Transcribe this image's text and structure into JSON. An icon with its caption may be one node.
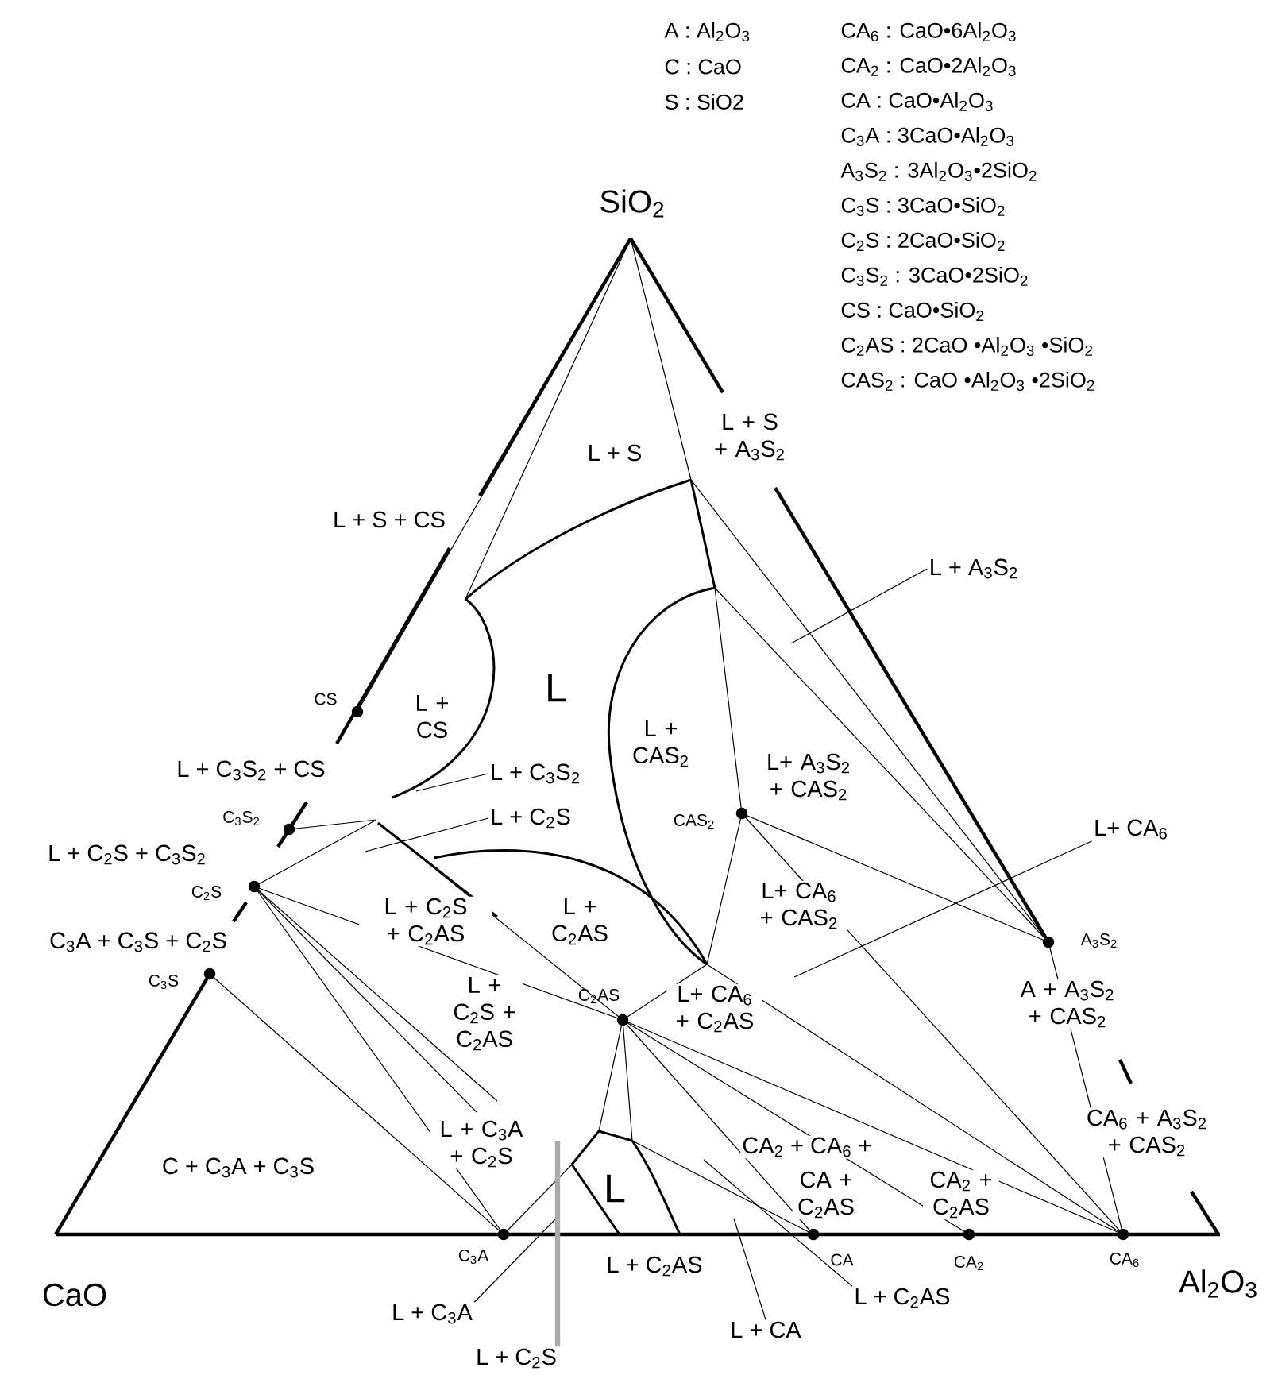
{
  "diagram": {
    "nodes": [
      {
        "text": [
          "L + A$_{3}$S$_{2}$"
        ]
      },
      {
        "text": [
          "L+ CA$_{6}$"
        ]
      },
      {
        "text": [
          "L + C$_{3}$S$_{2}$"
        ]
      },
      {
        "text": [
          "L + C$_{2}$S"
        ]
      },
      {
        "text": [
          "L + C$_{3}$A"
        ]
      },
      {
        "text": [
          "L + C$_{2}$S"
        ]
      },
      {
        "text": [
          "L + CA"
        ]
      },
      {
        "text": [
          "L + C$_{2}$AS"
        ]
      }
    ],
    "edges": [
      {
        "from": 0,
        "to": null,
        "arrow": "none"
      },
      {
        "from": 1,
        "to": null,
        "arrow": "none"
      },
      {
        "from": 2,
        "to": null,
        "arrow": "none"
      },
      {
        "from": 3,
        "to": null,
        "arrow": "none"
      },
      {
        "from": 4,
        "to": null,
        "arrow": "none"
      },
      {
        "from": 5,
        "to": null,
        "arrow": "none",
        "style": "thick",
        "color": "#aaaaaa"
      },
      {
        "from": 6,
        "to": null,
        "arrow": "none"
      },
      {
        "from": 7,
        "to": null,
        "arrow": "none"
      }
    ],
    "labels": [
      "A : Al$_{2}$O$_{3}$",
      "C : CaO",
      "S : SiO2",
      "CA$_{6}$ : CaO•6Al$_{2}$O$_{3}$",
      "CA$_{2}$ : CaO•2Al$_{2}$O$_{3}$",
      "CA : CaO•Al$_{2}$O$_{3}$",
      "C$_{3}$A : 3CaO•Al$_{2}$O$_{3}$",
      "A$_{3}$S$_{2}$ : 3Al$_{2}$O$_{3}$•2SiO$_{2}$",
      "C$_{3}$S : 3CaO•SiO$_{2}$",
      "C$_{2}$S : 2CaO•SiO$_{2}$",
      "C$_{3}$S$_{2}$ : 3CaO•2SiO$_{2}$",
      "CS : CaO•SiO$_{2}$",
      "C$_{2}$AS : 2CaO •Al$_{2}$O$_{3}$ •SiO$_{2}$",
      "CAS$_{2}$ : CaO •Al$_{2}$O$_{3}$ •2SiO$_{2}$",
      "SiO$_{2}$",
      "L + S",
      "L + S + A$_{3}$S$_{2}$",
      "L + S + CS",
      "L",
      "L + CS",
      "L + CAS$_{2}$",
      "CS",
      "L+ A$_{3}$S$_{2}$ + CAS$_{2}$",
      "L + C$_{3}$S$_{2}$ + CS",
      "C$_{3}$S$_{2}$",
      "CAS$_{2}$",
      "L + C$_{2}$S + C$_{3}$S$_{2}$",
      "C$_{2}$S",
      "L + C$_{2}$S + C$_{2}$AS",
      "L + C$_{2}$AS",
      "L+ CA$_{6}$ + CAS$_{2}$",
      "C$_{3}$A + C$_{3}$S + C$_{2}$S",
      "A$_{3}$S$_{2}$",
      "C$_{3}$S",
      "A + A$_{3}$S$_{2}$ + CAS$_{2}$",
      "L + C$_{2}$S + C$_{2}$AS",
      "C$_{2}$AS",
      "L+ CA$_{6}$ + C$_{2}$AS",
      "C + C$_{3}$A + C$_{3}$S",
      "L + C$_{3}$A + C$_{2}$S",
      "CA$_{2}$ + CA$_{6}$ +",
      "CA$_{6}$ + A$_{3}$S$_{2}$ + CAS$_{2}$",
      "L",
      "CA + C$_{2}$AS",
      "CA$_{2}$ + C$_{2}$AS",
      "C$_{3}$A",
      "CA",
      "CA$_{2}$",
      "CA$_{6}$",
      "L + C$_{2}$AS",
      "CaO",
      "Al$_{2}$O$_{3}$"
    ]
  }
}
